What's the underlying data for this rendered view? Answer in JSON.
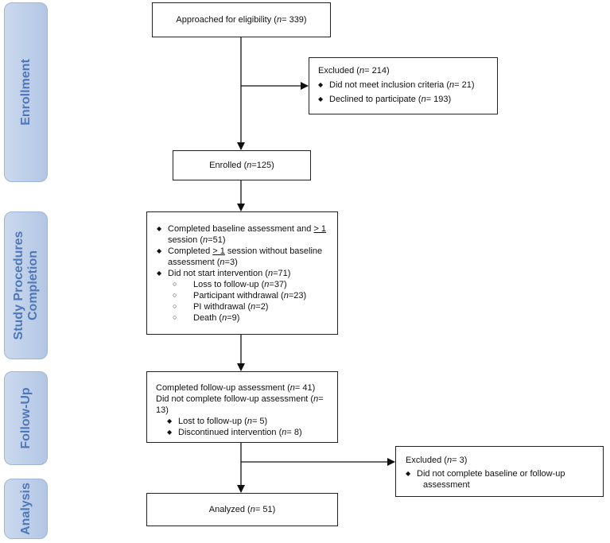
{
  "sections": {
    "enrollment": "Enrollment",
    "study_procedures": "Study Procedures Completion",
    "follow_up": "Follow-Up",
    "analysis": "Analysis"
  },
  "approached": {
    "text": "Approached for eligibility (",
    "n": "n",
    "rest": "= 339)"
  },
  "excluded1": {
    "title": "Excluded (",
    "n": "n",
    "title_rest": "= 214)",
    "items": [
      {
        "text": "Did not meet inclusion criteria (",
        "n": "n",
        "rest": "= 21)"
      },
      {
        "text": "Declined to participate (",
        "n": "n",
        "rest": "= 193)"
      }
    ]
  },
  "enrolled": {
    "text": "Enrolled (",
    "n": "n",
    "rest": "=125)"
  },
  "study": {
    "b1_l1": "Completed baseline assessment and ",
    "b1_ge": "> 1",
    "b1_l2a": "session (",
    "b1_n": "n",
    "b1_l2b": "=51)",
    "b2_l1a": "Completed ",
    "b2_ge": "> 1",
    "b2_l1b": " session without baseline",
    "b2_l2a": "assessment (",
    "b2_n": "n",
    "b2_l2b": "=3)",
    "b3a": "Did not start intervention (",
    "b3_n": "n",
    "b3b": "=71)",
    "subs": [
      {
        "text": "Loss to follow-up (",
        "n": "n",
        "rest": "=37)"
      },
      {
        "text": "Participant withdrawal (",
        "n": "n",
        "rest": "=23)"
      },
      {
        "text": "PI withdrawal (",
        "n": "n",
        "rest": "=2)"
      },
      {
        "text": "Death (",
        "n": "n",
        "rest": "=9)"
      }
    ]
  },
  "followup": {
    "l1a": "Completed follow-up assessment (",
    "l1_n": "n",
    "l1b": "= 41)",
    "l2a": "Did not complete follow-up assessment (",
    "l2_n": "n",
    "l2b": "=",
    "l3": "13)",
    "items": [
      {
        "text": "Lost to follow-up (",
        "n": "n",
        "rest": "= 5)"
      },
      {
        "text": "Discontinued intervention (",
        "n": "n",
        "rest": "= 8)"
      }
    ]
  },
  "excluded2": {
    "title": "Excluded (",
    "n": "n",
    "title_rest": "= 3)",
    "item_l1": "Did not complete baseline or follow-up",
    "item_l2": "assessment"
  },
  "analyzed": {
    "text": "Analyzed (",
    "n": "n",
    "rest": "= 51)"
  }
}
